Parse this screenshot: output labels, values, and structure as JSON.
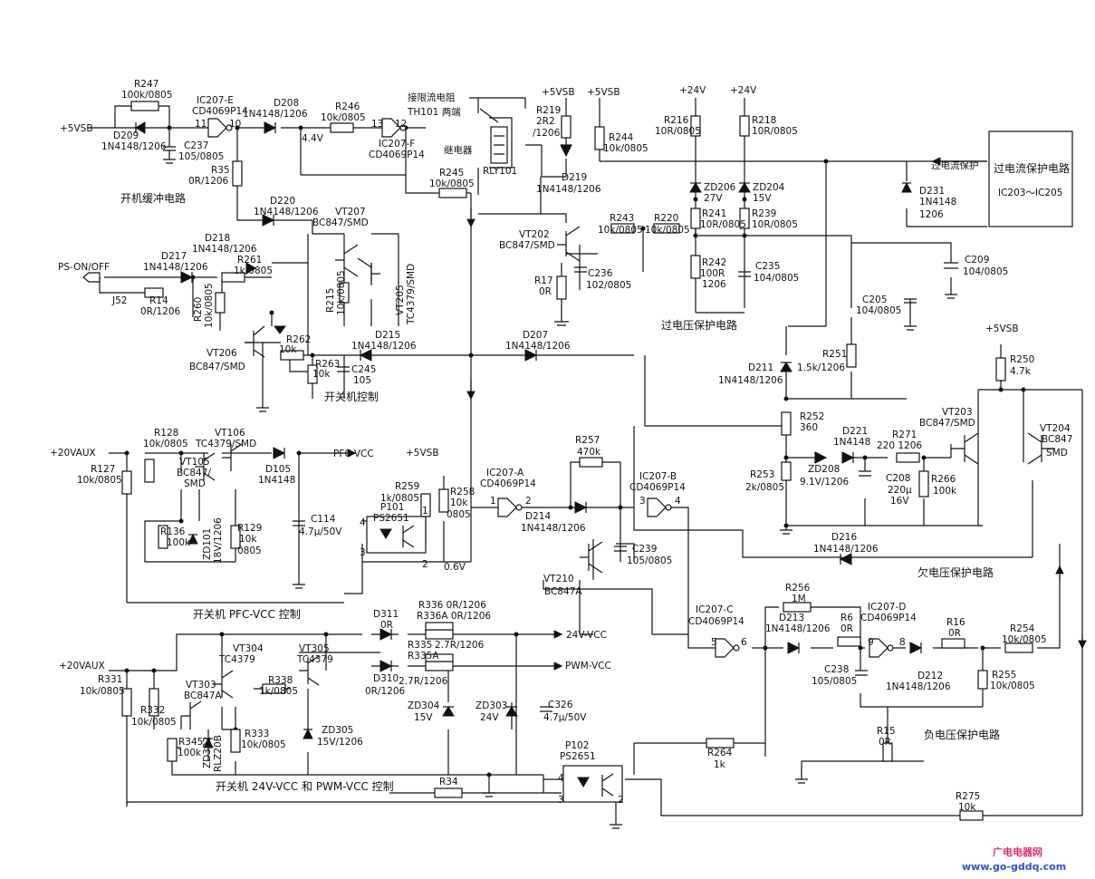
{
  "labels": {
    "r247_name": "R247",
    "r247_val": "100k/0805",
    "ic207e_name": "IC207-E",
    "ic207e_part": "CD4069P14",
    "pin11": "11",
    "pin10": "10",
    "d208_name": "D208",
    "d208_val": "1N4148/1206",
    "r246_name": "R246",
    "r246_val": "10k/0805",
    "pin13": "13",
    "pin12": "12",
    "ic207f_name": "IC207-F",
    "ic207f_part": "CD4069P14",
    "v44": "4.4V",
    "top_note1": "接限流电阻",
    "top_note2": "TH101 两端",
    "relay_label": "继电器",
    "rly101": "RLY101",
    "vsb1": "+5VSB",
    "vsb2": "+5VSB",
    "r219_name": "R219",
    "r219_val1": "2R2",
    "r219_val2": "/1206",
    "r244_name": "R244",
    "r244_val": "10k/0805",
    "v24a": "+24V",
    "v24b": "+24V",
    "r216_name": "R216",
    "r216_val": "10R/0805",
    "r218_name": "R218",
    "r218_val": "10R/0805",
    "over_current_box1": "过电流保护电路",
    "over_current_box2": "IC203～IC205",
    "over_current_label": "过电流保护",
    "vsb_in": "+5VSB",
    "d209_name": "D209",
    "d209_val": "1N4148/1206",
    "c237_name": "C237",
    "c237_val": "105/0805",
    "r35_name": "R35",
    "r35_val": "0R/1206",
    "soft_start": "开机缓冲电路",
    "r245_name": "R245",
    "r245_val": "10k/0805",
    "d219_name": "D219",
    "d219_val": "1N4148/1206",
    "d231_name": "D231",
    "d231_val1": "1N4148",
    "d231_val2": "1206",
    "zd206_name": "ZD206",
    "zd206_val": "27V",
    "zd204_name": "ZD204",
    "zd204_val": "15V",
    "d220_name": "D220",
    "d220_val": "1N4148/1206",
    "vt207_name": "VT207",
    "vt207_val": "BC847/SMD",
    "r241_name": "R241",
    "r241_val": "10R/0805",
    "r239_name": "R239",
    "r239_val": "10R/0805",
    "d218_name": "D218",
    "d218_val": "1N4148/1206",
    "vt202_name": "VT202",
    "vt202_val": "BC847/SMD",
    "r243_name": "R243",
    "r243_val": "10k/0805",
    "r220_name": "R220",
    "r220_val": "10k/0805",
    "c209_name": "C209",
    "c209_val": "104/0805",
    "ps_on": "PS-ON/OFF",
    "d217_name": "D217",
    "d217_val": "1N4148/1206",
    "r261_name": "R261",
    "r261_val": "1k/0805",
    "vt205_name": "VT205",
    "vt205_val": "TC4379/SMD",
    "r215_name": "R215",
    "r215_val": "10k/0805",
    "r242_name": "R242",
    "r242_val1": "100R",
    "r242_val2": "1206",
    "c235_name": "C235",
    "c235_val": "104/0805",
    "j52": "J52",
    "r14_name": "R14",
    "r14_val": "0R/1206",
    "r260_name": "R260",
    "r260_val": "10k/0805",
    "c236_name": "C236",
    "c236_val": "102/0805",
    "r17_name": "R17",
    "r17_val": "0R",
    "c205_name": "C205",
    "c205_val": "104/0805",
    "over_voltage": "过电压保护电路",
    "r262_name": "R262",
    "r262_val": "10k",
    "d215_name": "D215",
    "d215_val": "1N4148/1206",
    "d207_name": "D207",
    "d207_val": "1N4148/1206",
    "vt206_name": "VT206",
    "vt206_val": "BC847/SMD",
    "r263_name": "R263",
    "r263_val": "10k",
    "c245_name": "C245",
    "c245_val": "105",
    "switch_ctrl": "开关机控制",
    "r251_name": "R251",
    "r251_val": "1.5k/1206",
    "d211_name": "D211",
    "d211_val": "1N4148/1206",
    "vsb3": "+5VSB",
    "r250_name": "R250",
    "r250_val": "4.7k",
    "r252_name": "R252",
    "r252_val": "360",
    "d221_name": "D221",
    "d221_val": "1N4148",
    "r271_name": "R271",
    "r271_val": "220 1206",
    "vt203_name": "VT203",
    "vt203_val": "BC847/SMD",
    "vt204_name": "VT204",
    "vt204_val1": "BC847",
    "vt204_val2": "SMD",
    "r253_name": "R253",
    "r253_val": "2k/0805",
    "zd208_name": "ZD208",
    "zd208_val": "9.1V/1206",
    "c208_name": "C208",
    "c208_val1": "220μ",
    "c208_val2": "16V",
    "r266_name": "R266",
    "r266_val": "100k",
    "aux20a": "+20VAUX",
    "r128_name": "R128",
    "r128_val": "10k/0805",
    "vt106_name": "VT106",
    "vt106_val": "TC4379/SMD",
    "pfc_vcc": "PFC-VCC",
    "r127_name": "R127",
    "r127_val": "10k/0805",
    "vt105_name": "VT105",
    "vt105_val1": "BC847/",
    "vt105_val2": "SMD",
    "d105_name": "D105",
    "d105_val": "1N4148",
    "vsb4": "+5VSB",
    "r259_name": "R259",
    "r259_val": "1k/0805",
    "r258_name": "R258",
    "r258_val1": "10k",
    "r258_val2": "0805",
    "ic207a_name": "IC207-A",
    "ic207a_part": "CD4069P14",
    "r257_name": "R257",
    "r257_val": "470k",
    "ic207b_name": "IC207-B",
    "ic207b_part": "CD4069P14",
    "p101_name": "P101",
    "p101_part": "PS2651",
    "pin1a": "1",
    "pin2a": "2",
    "pin3b": "3",
    "pin4b": "4",
    "r136_name": "R136",
    "r136_val": "100k",
    "zd101_name": "ZD101",
    "zd101_val": "18V/1206",
    "r129_name": "R129",
    "r129_val1": "10k",
    "r129_val2": "0805",
    "c114_name": "C114",
    "c114_val": "4.7μ/50V",
    "p101_pin4": "4",
    "p101_pin3": "3",
    "p101_pin1": "1",
    "p101_pin2": "2",
    "v06": "0.6V",
    "d214_name": "D214",
    "d214_val": "1N4148/1206",
    "c239_name": "C239",
    "c239_val": "105/0805",
    "d216_name": "D216",
    "d216_val": "1N4148/1206",
    "under_voltage": "欠电压保护电路",
    "vt210_name": "VT210",
    "vt210_val": "BC847A",
    "pfc_ctrl": "开关机 PFC-VCC 控制",
    "d311_name": "D311",
    "d311_val": "0R",
    "r336_name": "R336 0R/1206",
    "r336a_name": "R336A 0R/1206",
    "v24_vcc": "24V-VCC",
    "vt304_name": "VT304",
    "vt304_val": "TC4379",
    "vt305_name": "VT305",
    "vt305_val": "TC4379",
    "r335_name": "R335",
    "r335_val": "2.7R/1206",
    "r335a_name": "R335A",
    "r335a_val": "2.7R/1206",
    "pwm_vcc": "PWM-VCC",
    "aux20b": "+20VAUX",
    "d310_name": "D310",
    "d310_val": "0R/1206",
    "r331_name": "R331",
    "r331_val": "10k/0805",
    "vt303_name": "VT303",
    "vt303_val": "BC847A",
    "r338_name": "R338",
    "r338_val": "1k/0805",
    "zd304_name": "ZD304",
    "zd304_val": "15V",
    "zd303_name": "ZD303",
    "zd303_val": "24V",
    "c326_name": "C326",
    "c326_val": "4.7μ/50V",
    "r332_name": "R332",
    "r332_val": "10k/0805",
    "r333_name": "R333",
    "r333_val": "10k/0805",
    "zd305_name": "ZD305",
    "zd305_val": "15V/1206",
    "r345_name": "R345",
    "r345_val": "100k",
    "zd302_name": "ZD302",
    "zd302_val": "RLZ20B",
    "ic207c_name": "IC207-C",
    "ic207c_part": "CD4069P14",
    "pin5": "5",
    "pin6": "6",
    "r256_name": "R256",
    "r256_val": "1M",
    "d213_name": "D213",
    "d213_val": "1N4148/1206",
    "r6_name": "R6",
    "r6_val": "0R",
    "ic207d_name": "IC207-D",
    "ic207d_part": "CD4069P14",
    "pin9": "9",
    "pin8": "8",
    "r16_name": "R16",
    "r16_val": "0R",
    "r254_name": "R254",
    "r254_val": "10k/0805",
    "c238_name": "C238",
    "c238_val": "105/0805",
    "d212_name": "D212",
    "d212_val": "1N4148/1206",
    "r255_name": "R255",
    "r255_val": "10k/0805",
    "neg_voltage": "负电压保护电路",
    "r15_name": "R15",
    "r15_val": "0R",
    "p102_name": "P102",
    "p102_part": "PS2651",
    "r264_name": "R264",
    "r264_val": "1k",
    "p102_pin4": "4",
    "p102_pin3": "3",
    "p102_pin2": "2",
    "r34_name": "R34",
    "pwm_ctrl": "开关机 24V-VCC 和 PWM-VCC 控制",
    "r275_name": "R275",
    "r275_val": "10k",
    "wm1": "广电电器网",
    "wm2": "www.go-gddq.com"
  },
  "colors": {
    "ink": "#111111",
    "watermark1": "#e03070",
    "watermark2": "#2b55c8"
  }
}
